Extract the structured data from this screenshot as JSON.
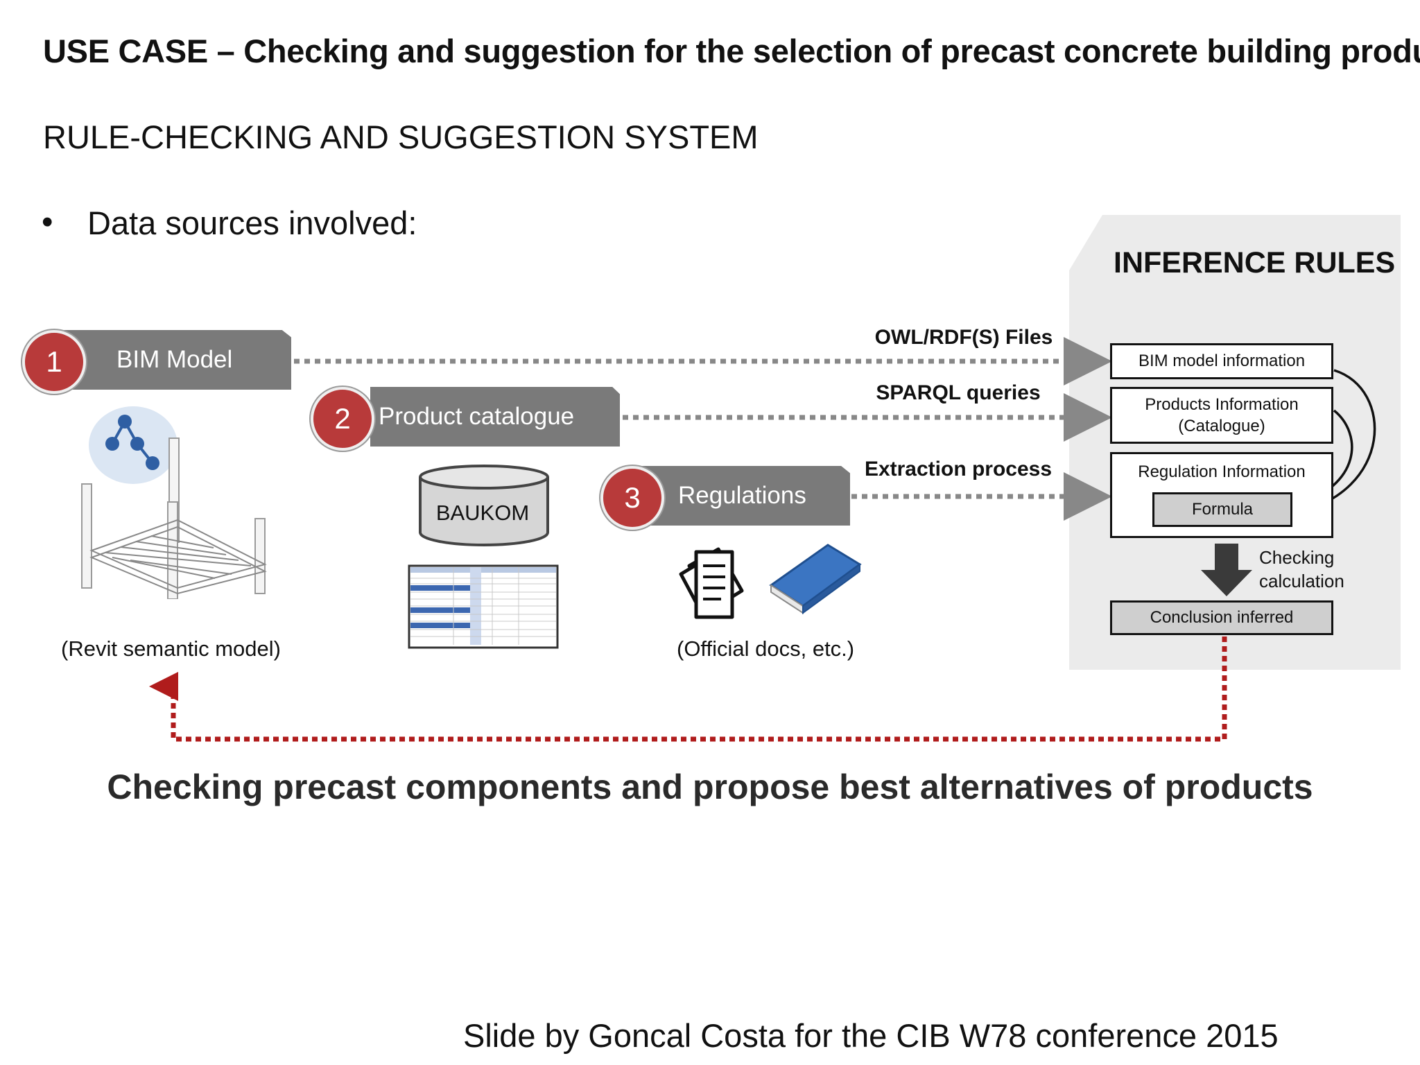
{
  "slide": {
    "title": "USE CASE – Checking and suggestion for the selection of precast concrete building products",
    "subtitle": "RULE-CHECKING AND SUGGESTION SYSTEM",
    "bullet_symbol": "•",
    "bullet_text": "Data sources involved:",
    "credit": "Slide by Goncal Costa for the CIB W78 conference 2015"
  },
  "sources": [
    {
      "number": "1",
      "label": "BIM Model",
      "caption": "(Revit semantic model)",
      "flow_label": "OWL/RDF(S) Files"
    },
    {
      "number": "2",
      "label": "Product catalogue",
      "db_label": "BAUKOM",
      "flow_label": "SPARQL queries"
    },
    {
      "number": "3",
      "label": "Regulations",
      "caption": "(Official docs, etc.)",
      "flow_label": "Extraction process"
    }
  ],
  "inference": {
    "title": "INFERENCE RULES",
    "boxes": {
      "bim": "BIM model information",
      "products_line1": "Products Information",
      "products_line2": "(Catalogue)",
      "regulation": "Regulation Information",
      "formula": "Formula",
      "conclusion": "Conclusion inferred"
    },
    "checking_line1": "Checking",
    "checking_line2": "calculation"
  },
  "conclusion_text": "Checking precast components and propose best alternatives of products",
  "colors": {
    "accent_red": "#b83a3a",
    "banner_gray": "#7a7a7a",
    "panel_gray": "#ebebeb",
    "feedback_red": "#b01c1c",
    "db_blue": "#2f5fa3"
  },
  "icons": [
    "network-icon",
    "structure-frame-icon",
    "database-icon",
    "spreadsheet-icon",
    "documents-icon",
    "book-icon"
  ]
}
